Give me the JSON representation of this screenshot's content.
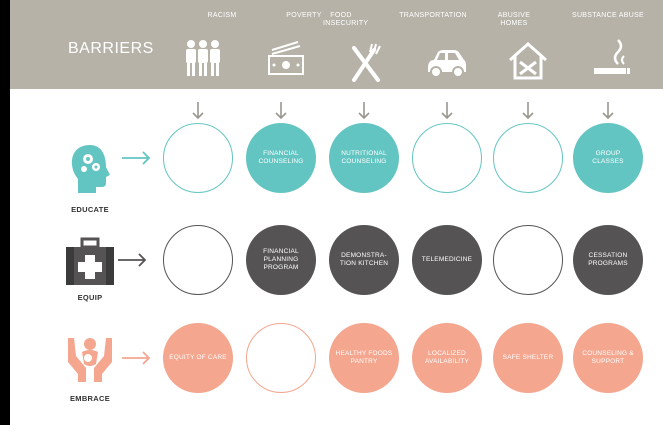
{
  "title": "BARRIERS",
  "barriers": [
    {
      "label": "RACISM",
      "icon": "people-icon"
    },
    {
      "label": "POVERTY",
      "icon": "money-icon"
    },
    {
      "label": "FOOD INSECURITY",
      "icon": "fork-knife-icon"
    },
    {
      "label": "TRANSPORTATION",
      "icon": "car-icon"
    },
    {
      "label": "ABUSIVE HOMES",
      "icon": "house-icon"
    },
    {
      "label": "SUBSTANCE ABUSE",
      "icon": "cigarette-icon"
    }
  ],
  "rows": [
    {
      "label": "EDUCATE",
      "icon": "head-gears-icon",
      "color": "#63c5c2",
      "cells": [
        "",
        "FINANCIAL COUNSELING",
        "NUTRITIONAL COUNSELING",
        "",
        "",
        "GROUP CLASSES"
      ]
    },
    {
      "label": "EQUIP",
      "icon": "medical-kit-icon",
      "color": "#555353",
      "cells": [
        "",
        "FINANCIAL PLANNING PROGRAM",
        "DEMONSTRA-TION KITCHEN",
        "TELEMEDICINE",
        "",
        "CESSATION PROGRAMS"
      ]
    },
    {
      "label": "EMBRACE",
      "icon": "caring-hands-icon",
      "color": "#f4a68e",
      "cells": [
        "EQUITY OF CARE",
        "",
        "HEALTHY FOODS PANTRY",
        "LOCALIZED AVAILABILITY",
        "SAFE SHELTER",
        "COUNSELING & SUPPORT"
      ]
    }
  ],
  "colors": {
    "band": "#b6b2a8",
    "teal": "#63c5c2",
    "dark": "#555353",
    "salmon": "#f4a68e",
    "arrow": "#9a968e"
  }
}
